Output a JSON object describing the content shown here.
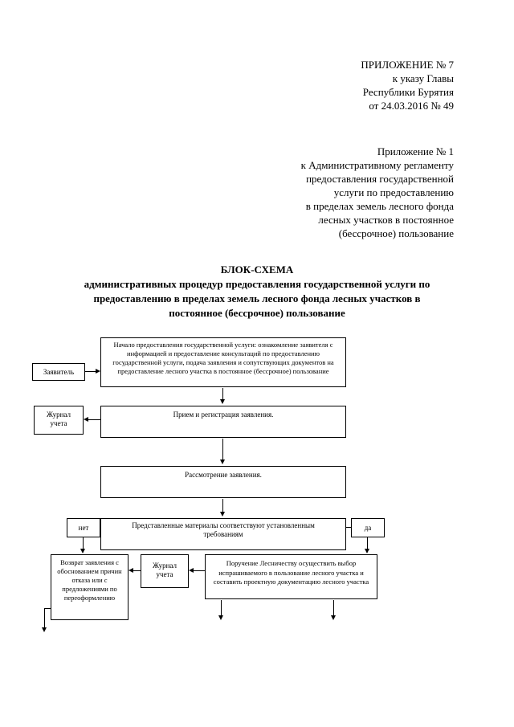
{
  "document": {
    "annex_header": [
      "ПРИЛОЖЕНИЕ № 7",
      "к указу Главы",
      "Республики Бурятия",
      "от 24.03.2016  № 49"
    ],
    "regulation_header": [
      "Приложение № 1",
      "к Административному регламенту",
      "предоставления государственной",
      "услуги по предоставлению",
      "в пределах земель лесного фонда",
      "лесных участков в постоянное",
      "(бессрочное) пользование"
    ],
    "title": [
      "БЛОК-СХЕМА",
      "административных процедур предоставления государственной услуги по",
      "предоставлению в пределах земель лесного фонда лесных участков в",
      "постоянное (бессрочное) пользование"
    ]
  },
  "flowchart": {
    "applicant": "Заявитель",
    "start": "Начало предоставления государственной услуги: ознакомление заявителя с информацией и предоставление консультаций по предоставлению государственной услуги, подача заявления и сопутствующих документов на предоставление лесного участка в постоянное (бессрочное) пользование",
    "journal1": "Журнал учета",
    "reception": "Прием и регистрация заявления.",
    "review": "Рассмотрение заявления.",
    "decision": "Представленные материалы соответствуют установленным требованиям",
    "no_label": "нет",
    "yes_label": "да",
    "return_text": "Возврат заявления с обоснованием причин отказа или с предложениями по переоформлению",
    "journal2": "Журнал учета",
    "assignment": "Поручение Лесничеству осуществить выбор испрашиваемого в пользование лесного участка и составить проектную документацию лесного участка"
  }
}
